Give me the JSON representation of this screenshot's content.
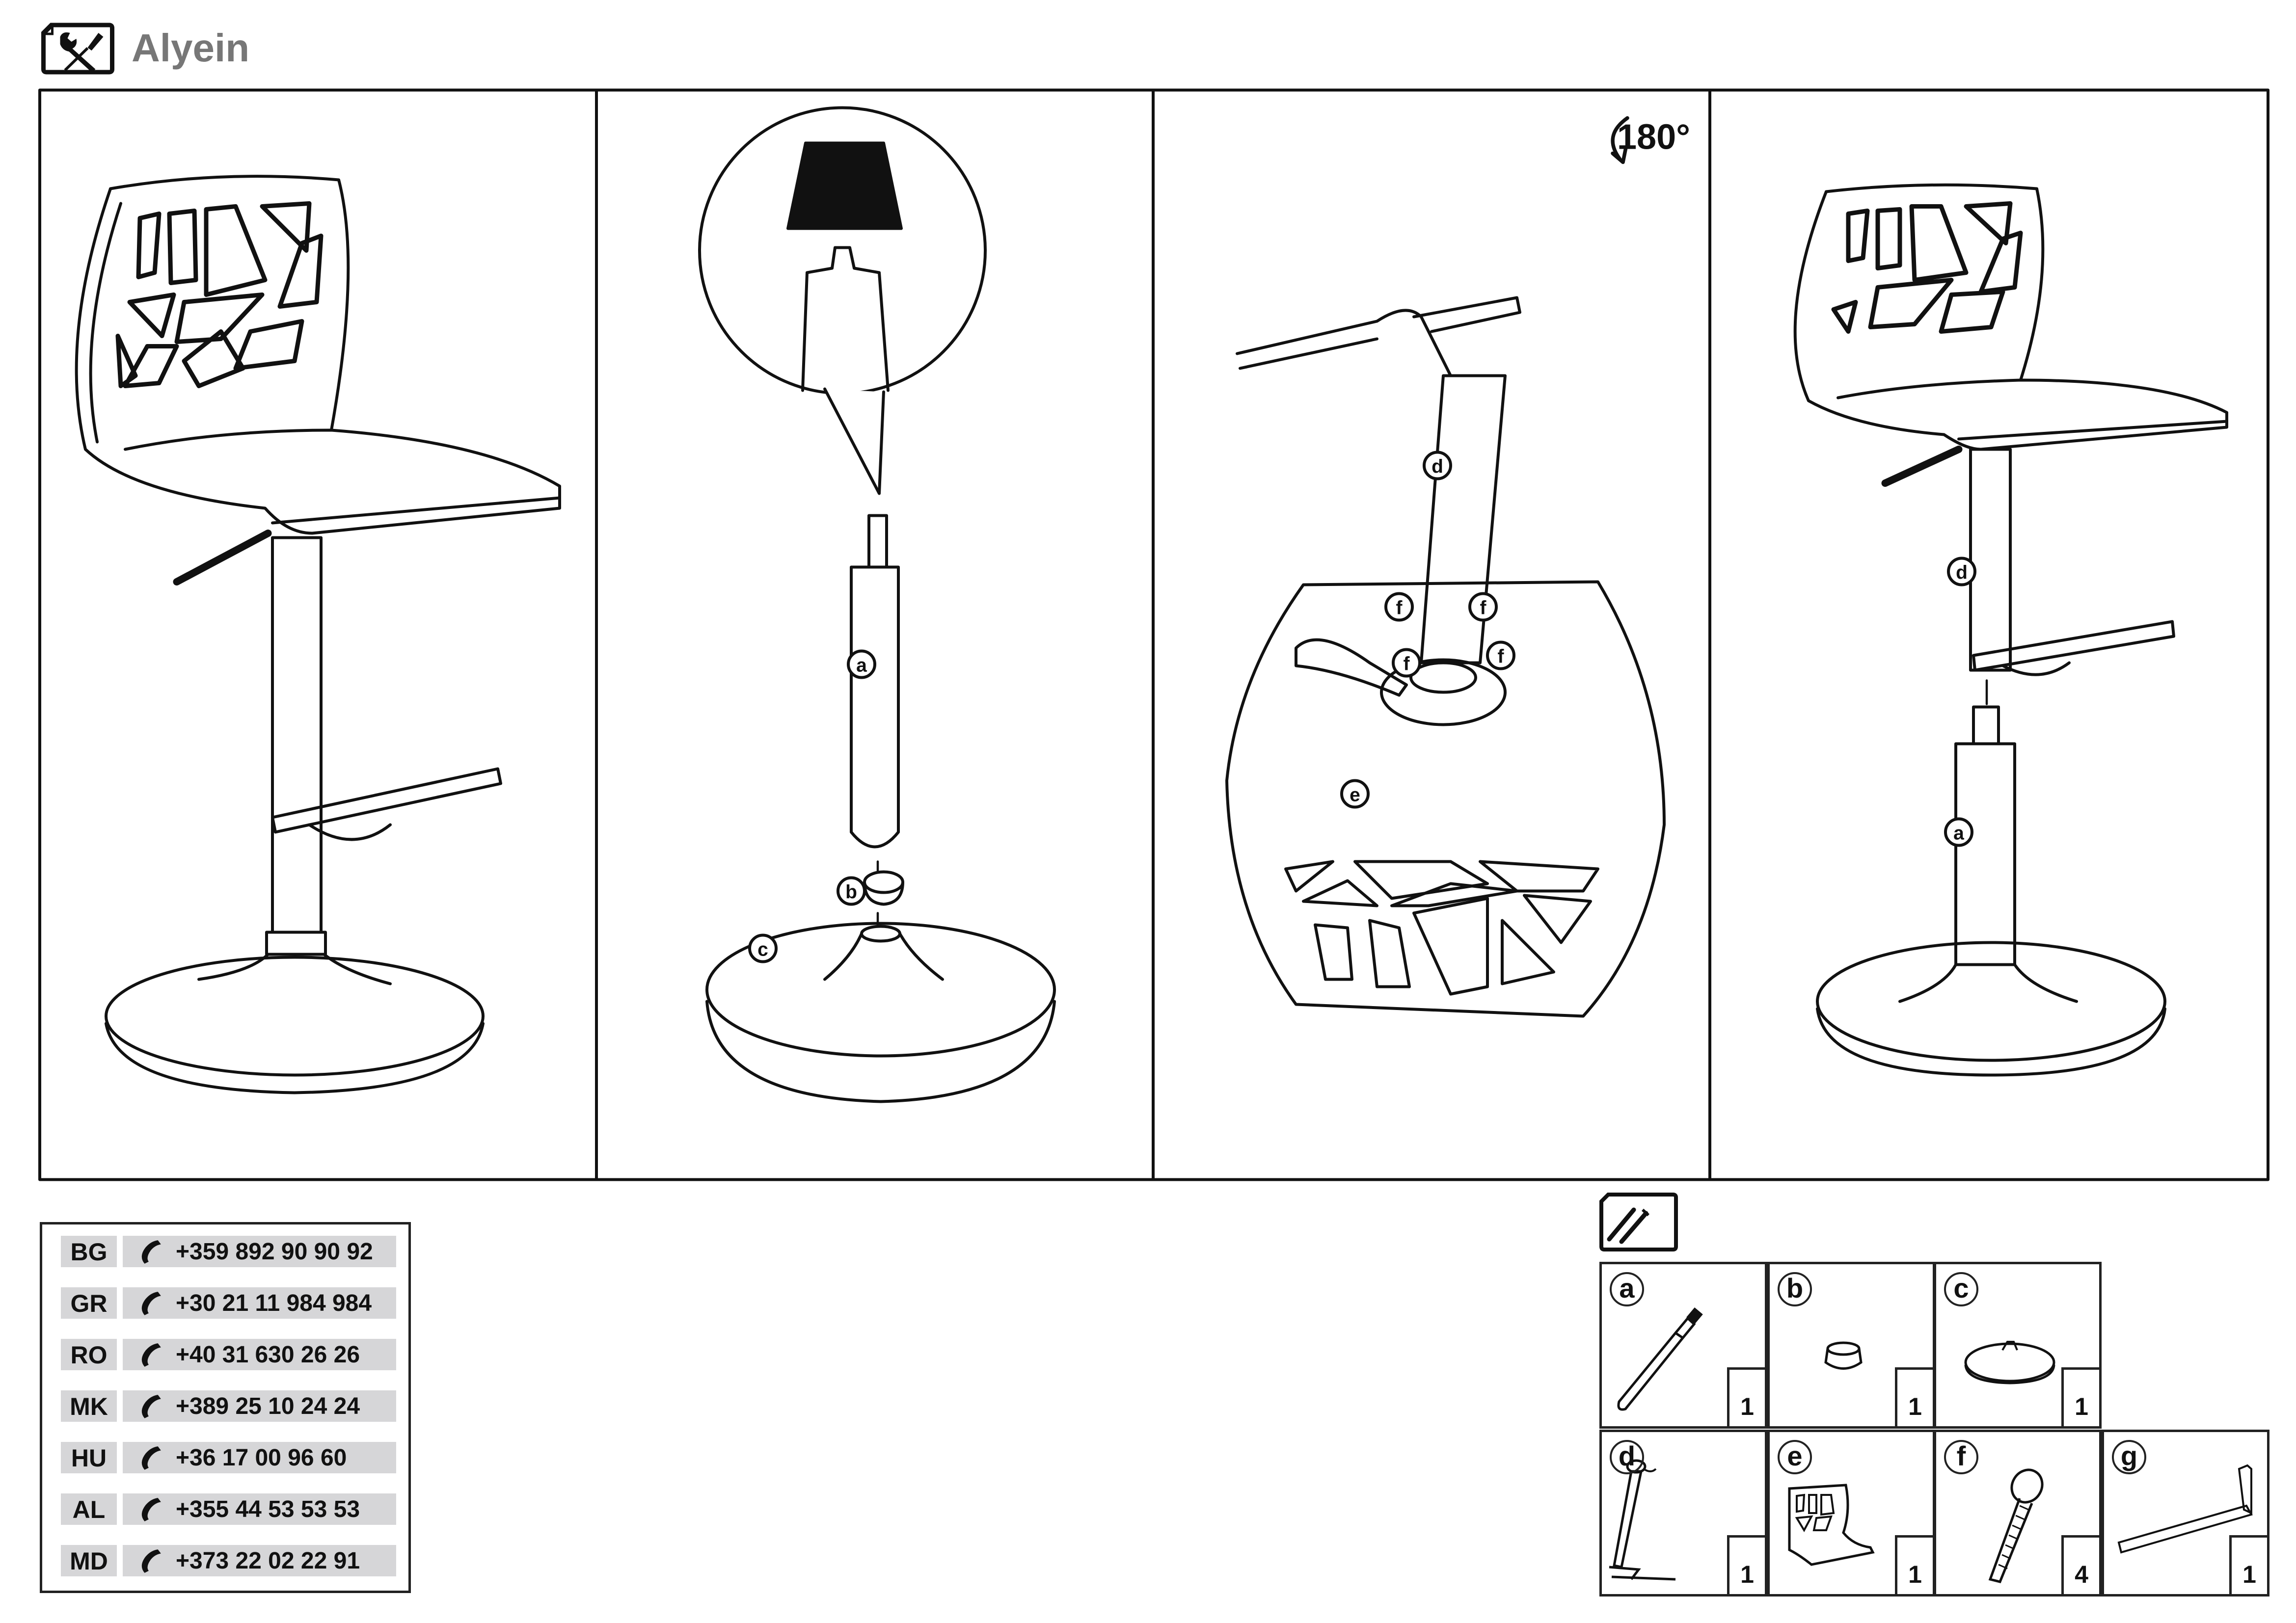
{
  "header": {
    "title": "Alyein",
    "icon": "wrench-screwdriver-icon"
  },
  "steps": {
    "step1": {},
    "step2": {
      "labels": {
        "a": "a",
        "b": "b",
        "c": "c"
      }
    },
    "step3": {
      "rotation": "180°",
      "labels": {
        "d": "d",
        "e": "e",
        "f": "f"
      }
    },
    "step4": {
      "labels": {
        "d": "d",
        "a": "a"
      }
    }
  },
  "contacts": [
    {
      "code": "BG",
      "phone": "+359 892 90 90 92"
    },
    {
      "code": "GR",
      "phone": "+30 21 11 984 984"
    },
    {
      "code": "RO",
      "phone": "+40 31 630 26 26"
    },
    {
      "code": "MK",
      "phone": "+389 25 10 24 24"
    },
    {
      "code": "HU",
      "phone": "+36 17 00 96 60"
    },
    {
      "code": "AL",
      "phone": "+355 44 53 53 53"
    },
    {
      "code": "MD",
      "phone": "+373 22 02 22 91"
    }
  ],
  "parts": [
    {
      "letter": "a",
      "qty": "1"
    },
    {
      "letter": "b",
      "qty": "1"
    },
    {
      "letter": "c",
      "qty": "1"
    },
    {
      "letter": "d",
      "qty": "1"
    },
    {
      "letter": "e",
      "qty": "1"
    },
    {
      "letter": "f",
      "qty": "4"
    },
    {
      "letter": "g",
      "qty": "1"
    }
  ]
}
